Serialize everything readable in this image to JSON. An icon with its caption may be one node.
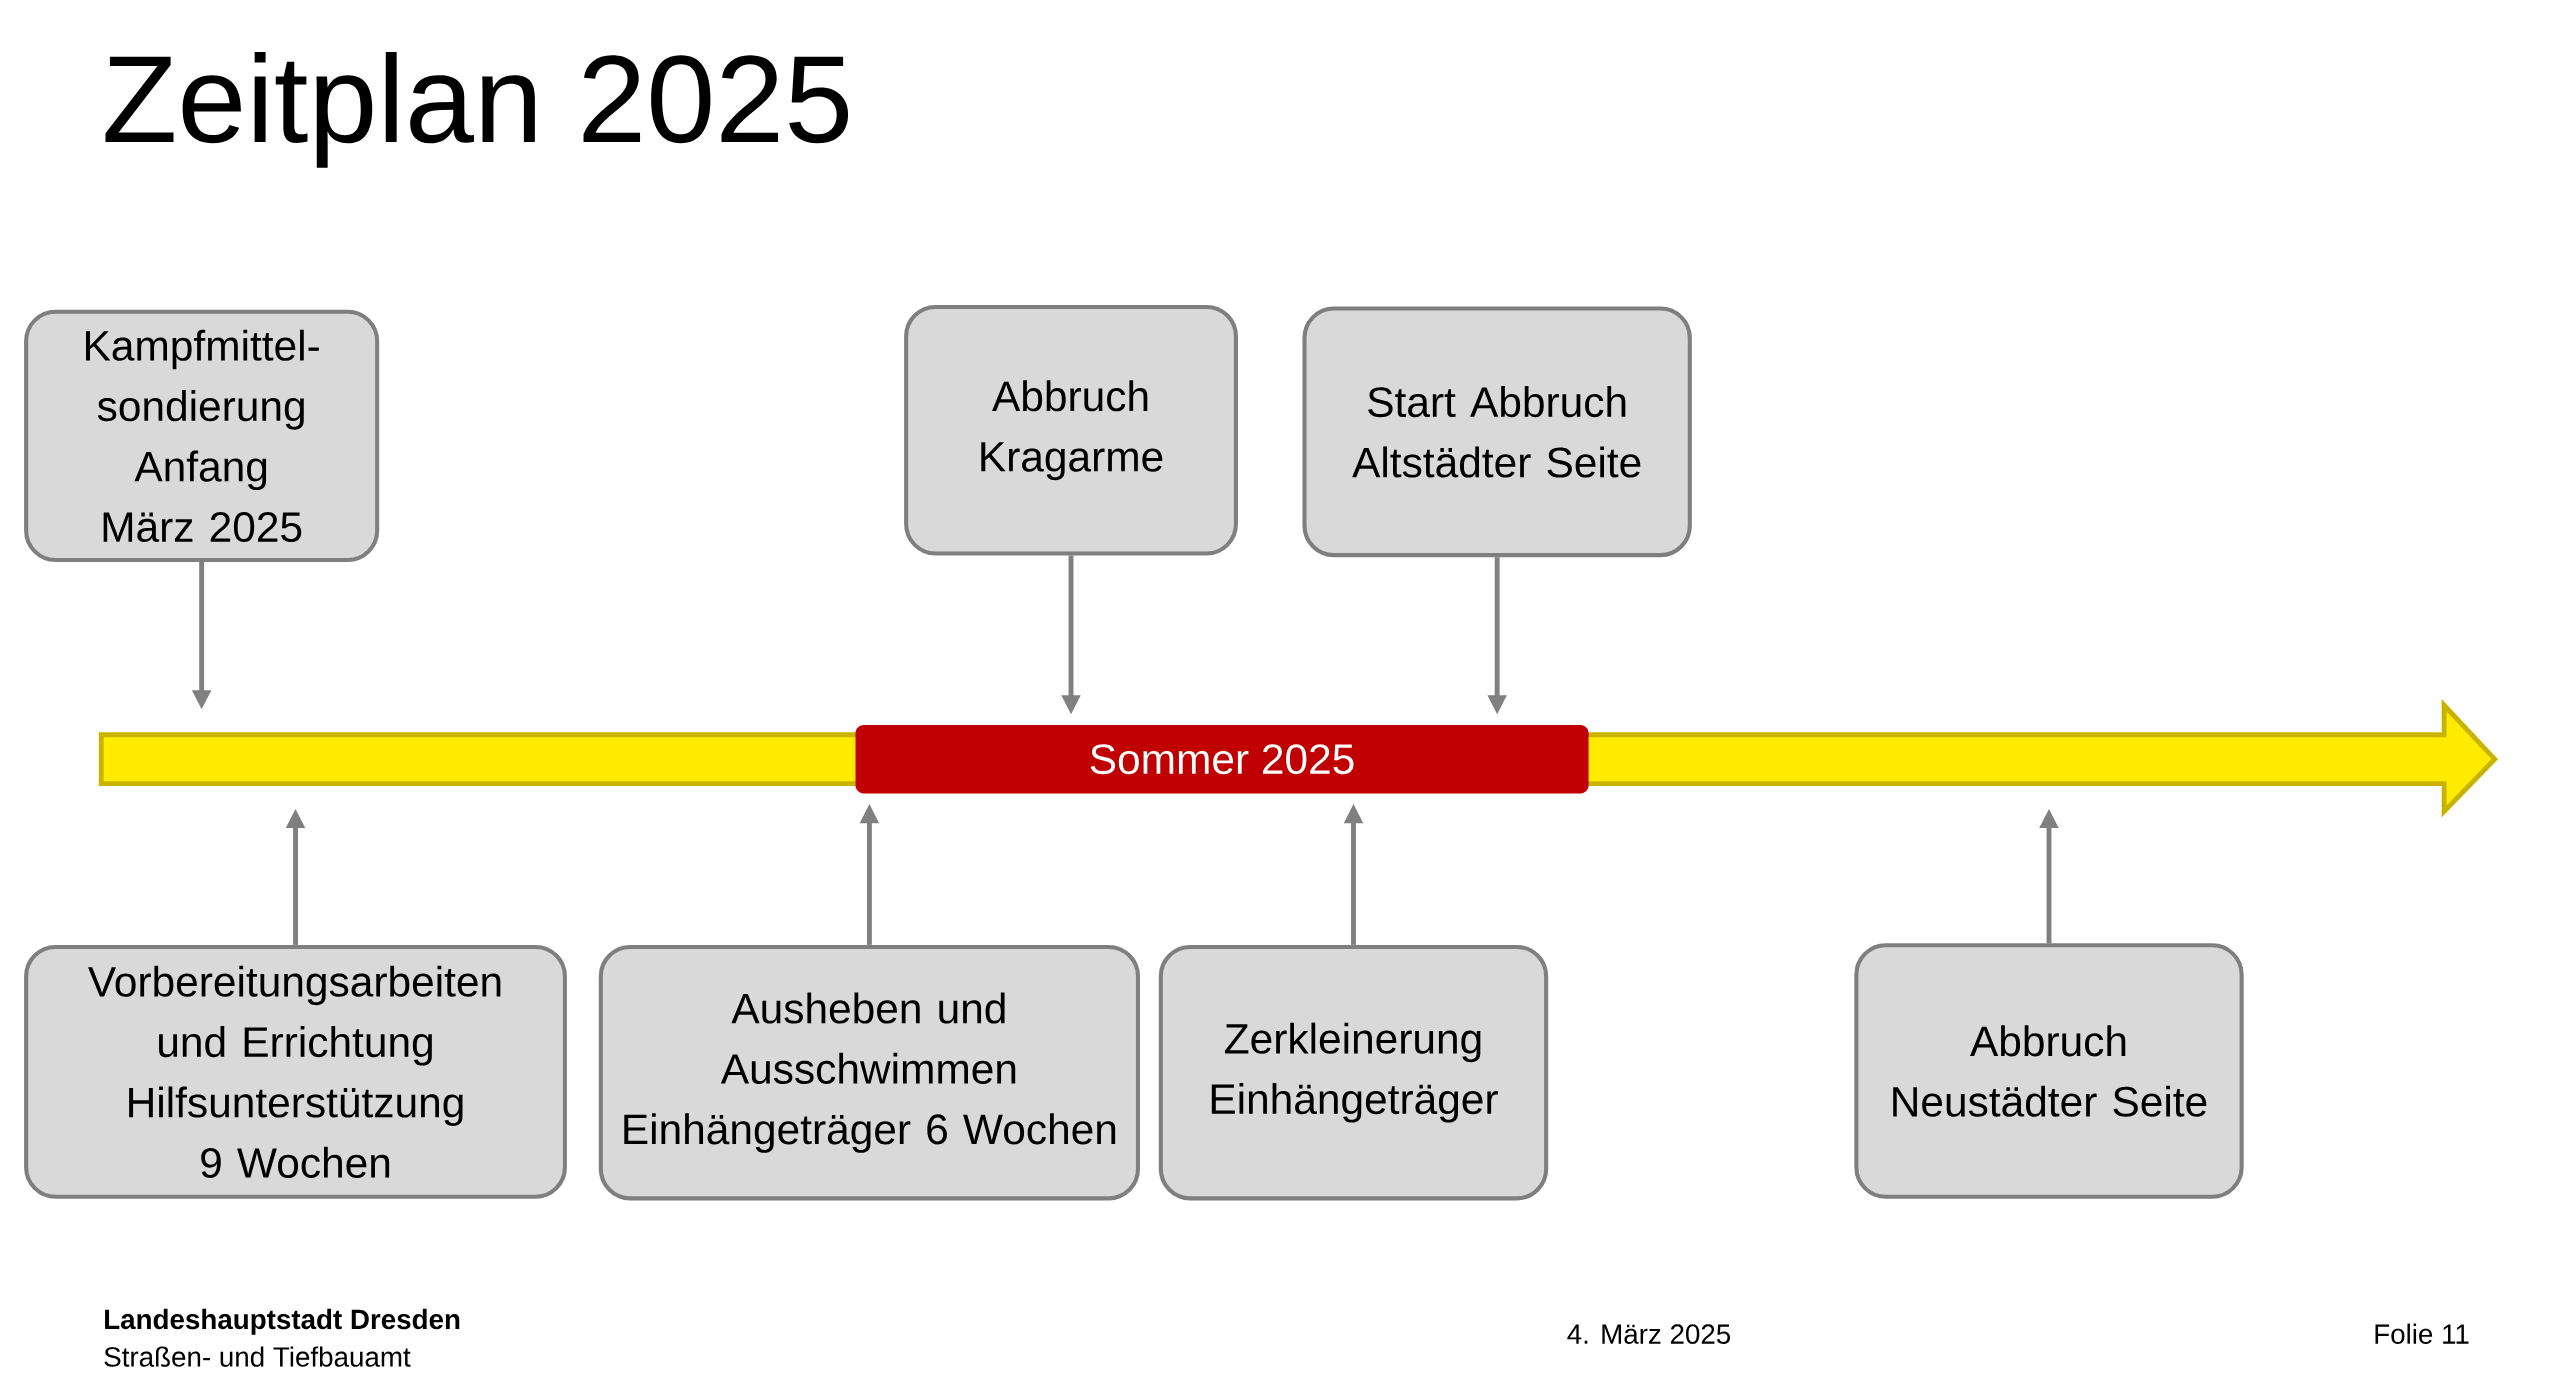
{
  "diagram": {
    "title": "Zeitplan 2025",
    "nodes": [
      {
        "text": [
          "Kampfmittel-sondierung Anfang März 2025"
        ]
      },
      {
        "text": [
          "Abbruch Kragarme"
        ]
      },
      {
        "text": [
          "Start Abbruch Altstädter Seite"
        ]
      },
      {
        "text": [],
        "shape": "arrow"
      },
      {
        "text": [
          "Sommer 2025"
        ],
        "in": 3
      },
      {
        "text": [
          "Vorbereitungsarbeiten und Errichtung Hilfsunterstützung 9 Wochen"
        ]
      },
      {
        "text": [
          "Ausheben und Ausschwimmen Einhängeträger 6 Wochen"
        ]
      },
      {
        "text": [
          "Zerkleinerung Einhängeträger"
        ]
      },
      {
        "text": [
          "Abbruch Neustädter Seite"
        ]
      }
    ],
    "edges": [
      {
        "from": 0,
        "to": 3,
        "arrow": "to"
      },
      {
        "from": 1,
        "to": 4,
        "arrow": "to"
      },
      {
        "from": 2,
        "to": 4,
        "arrow": "to"
      },
      {
        "from": 5,
        "to": 3,
        "arrow": "to"
      },
      {
        "from": 6,
        "to": 4,
        "arrow": "to"
      },
      {
        "from": 7,
        "to": 4,
        "arrow": "to"
      },
      {
        "from": 8,
        "to": 3,
        "arrow": "to"
      }
    ],
    "labels": [
      "Landeshauptstadt Dresden",
      "Straßen- und Tiefbauamt",
      "4. März 2025",
      "Folie 11"
    ]
  }
}
